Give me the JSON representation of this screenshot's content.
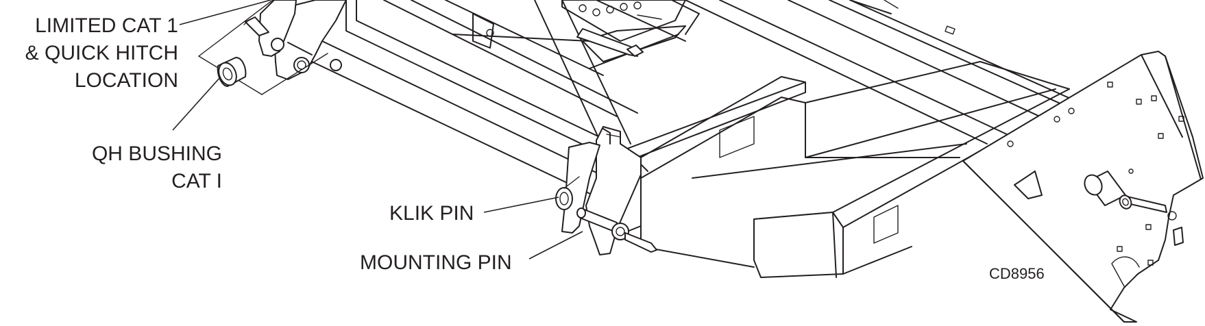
{
  "figure": {
    "labels": {
      "limited_cat": [
        "LIMITED CAT 1",
        "& QUICK HITCH",
        "LOCATION"
      ],
      "qh_bushing": [
        "QH BUSHING",
        "CAT I"
      ],
      "klik_pin": "KLIK PIN",
      "mounting_pin": "MOUNTING PIN"
    },
    "drawing_code": "CD8956",
    "line_color": "#231f20",
    "background": "#ffffff"
  }
}
